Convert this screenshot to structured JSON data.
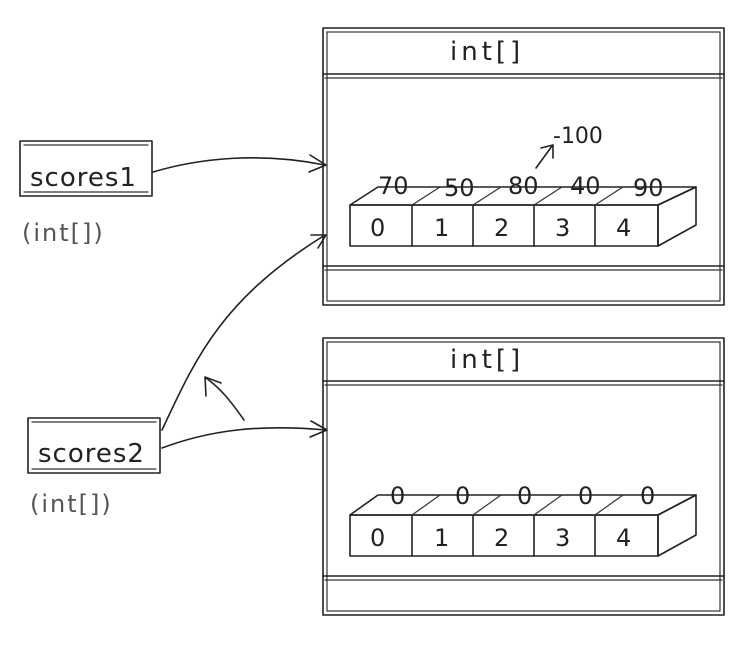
{
  "variables": [
    {
      "name": "scores1",
      "type": "(int[])"
    },
    {
      "name": "scores2",
      "type": "(int[])"
    }
  ],
  "arrays": [
    {
      "header": "int[]",
      "indices": [
        "0",
        "1",
        "2",
        "3",
        "4"
      ],
      "values": [
        "70",
        "50",
        "80",
        "40",
        "90"
      ],
      "annotation": "-100"
    },
    {
      "header": "int[]",
      "indices": [
        "0",
        "1",
        "2",
        "3",
        "4"
      ],
      "values": [
        "0",
        "0",
        "0",
        "0",
        "0"
      ]
    }
  ]
}
